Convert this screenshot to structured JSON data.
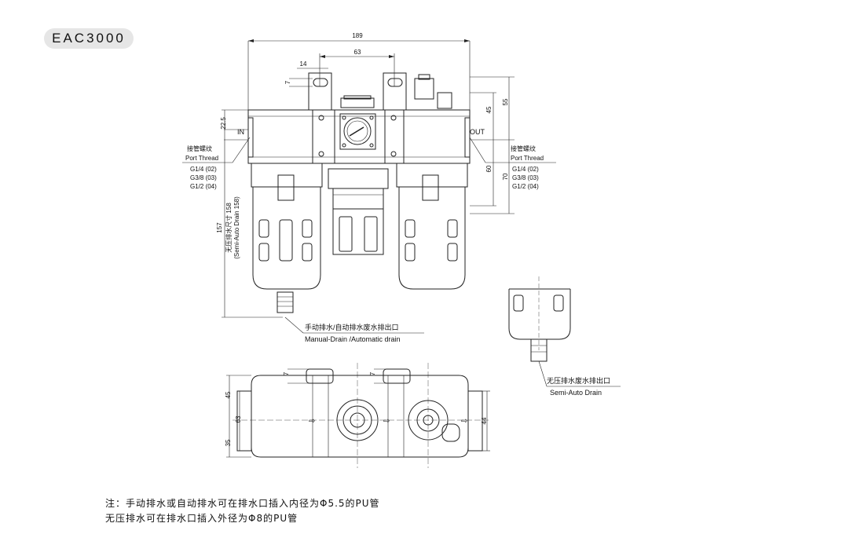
{
  "model": "EAC3000",
  "front_view": {
    "dim_total_width": "189",
    "dim_mount_spacing": "63",
    "dim_mount_slot": "14",
    "dim_slot_height": "7",
    "dim_port_height": "22.5",
    "dim_top_45": "45",
    "dim_top_55": "55",
    "dim_body_60": "60",
    "dim_body_70": "70",
    "dim_left_height": "157",
    "semi_auto_cn": "无压排水尺寸 158",
    "semi_auto_en": "(Semi-Auto Drain 158)",
    "port_in": "IN",
    "port_out": "OUT",
    "port_thread_cn": "接管螺纹",
    "port_thread_en": "Port Thread",
    "threads": [
      "G1/4 (02)",
      "G3/8 (03)",
      "G1/2 (04)"
    ],
    "drain_cn": "手动排水/自动排水废水排出口",
    "drain_en": "Manual-Drain /Automatic drain"
  },
  "side_view": {
    "drain_cn": "无压排水废水排出口",
    "drain_en": "Semi-Auto Drain"
  },
  "top_view": {
    "dim_slot_7a": "7",
    "dim_slot_7b": "7",
    "dim_45": "45",
    "dim_63": "63",
    "dim_35": "35",
    "dim_44": "44"
  },
  "notes": [
    "注：手动排水或自动排水可在排水口插入内径为Φ5.5的PU管",
    "无压排水可在排水口插入外径为Φ8的PU管"
  ]
}
